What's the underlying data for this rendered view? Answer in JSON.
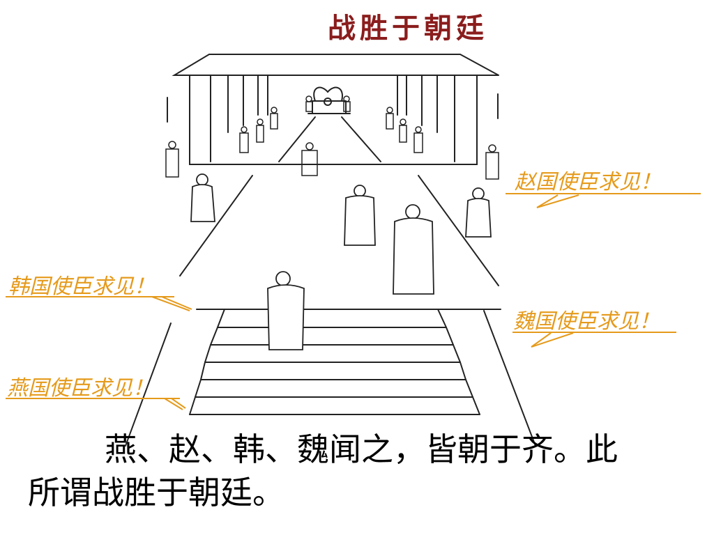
{
  "title": "战胜于朝廷",
  "bubbles": {
    "zhao": "赵国使臣求见！",
    "han": "韩国使臣求见！",
    "wei": "魏国使臣求见！",
    "yan": "燕国使臣求见！"
  },
  "caption": {
    "line1": "燕、赵、韩、魏闻之，皆朝于齐。此",
    "line2": "所谓战胜于朝廷。"
  },
  "colors": {
    "title": "#8b1d1d",
    "bubble": "#e59a1b",
    "ink": "#222222"
  }
}
